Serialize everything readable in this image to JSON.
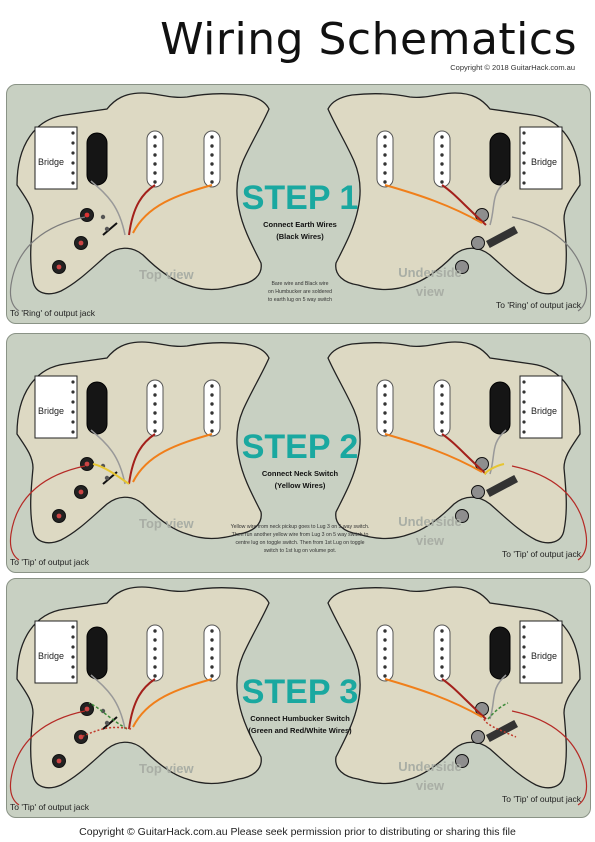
{
  "header": {
    "title": "Wiring Schematics",
    "copyright_small": "Copyright © 2018 GuitarHack.com.au"
  },
  "colors": {
    "panel_bg": "#c8d0c2",
    "pickguard": "#ddd9c3",
    "step_text": "#1aa8a0",
    "view_label": "#a9aea5",
    "wire_black": "#222222",
    "wire_orange": "#f07f1a",
    "wire_red": "#a3201b",
    "wire_yellow": "#e6c531",
    "wire_green": "#3e8b3a",
    "wire_gray": "#999999",
    "jack_wire": "#b52a26"
  },
  "labels": {
    "bridge": "Bridge",
    "top_view": "Top view",
    "underside_view_line1": "Underside",
    "underside_view_line2": "view"
  },
  "panels": [
    {
      "step_title": "STEP 1",
      "subtitle_line1": "Connect Earth Wires",
      "subtitle_line2": "(Black Wires)",
      "note_lines": [
        "Bare wire and Black wire",
        "on Humbucker are soldered",
        "to earth lug on 5 way switch"
      ],
      "jack_label_left": "To 'Ring' of output jack",
      "jack_label_right": "To 'Ring' of output jack"
    },
    {
      "step_title": "STEP 2",
      "subtitle_line1": "Connect Neck Switch",
      "subtitle_line2": "(Yellow Wires)",
      "note_lines": [
        "Yellow wire from neck pickup goes to Lug 3 on 5 way switch.",
        "Then run another yellow wire from Lug 3 on 5 way switch to",
        "centre lug on toggle switch. Then from 1st Lug on toggle",
        "switch to 1st lug on volume pot."
      ],
      "jack_label_left": "To 'Tip' of output jack",
      "jack_label_right": "To 'Tip' of output jack"
    },
    {
      "step_title": "STEP 3",
      "subtitle_line1": "Connect Humbucker Switch",
      "subtitle_line2": "(Green and Red/White Wires)",
      "note_lines": [],
      "jack_label_left": "To 'Tip' of output jack",
      "jack_label_right": "To 'Tip' of output jack"
    }
  ],
  "footer": {
    "text": "Copyright © GuitarHack.com.au  Please seek permission prior to distributing or sharing this file"
  }
}
